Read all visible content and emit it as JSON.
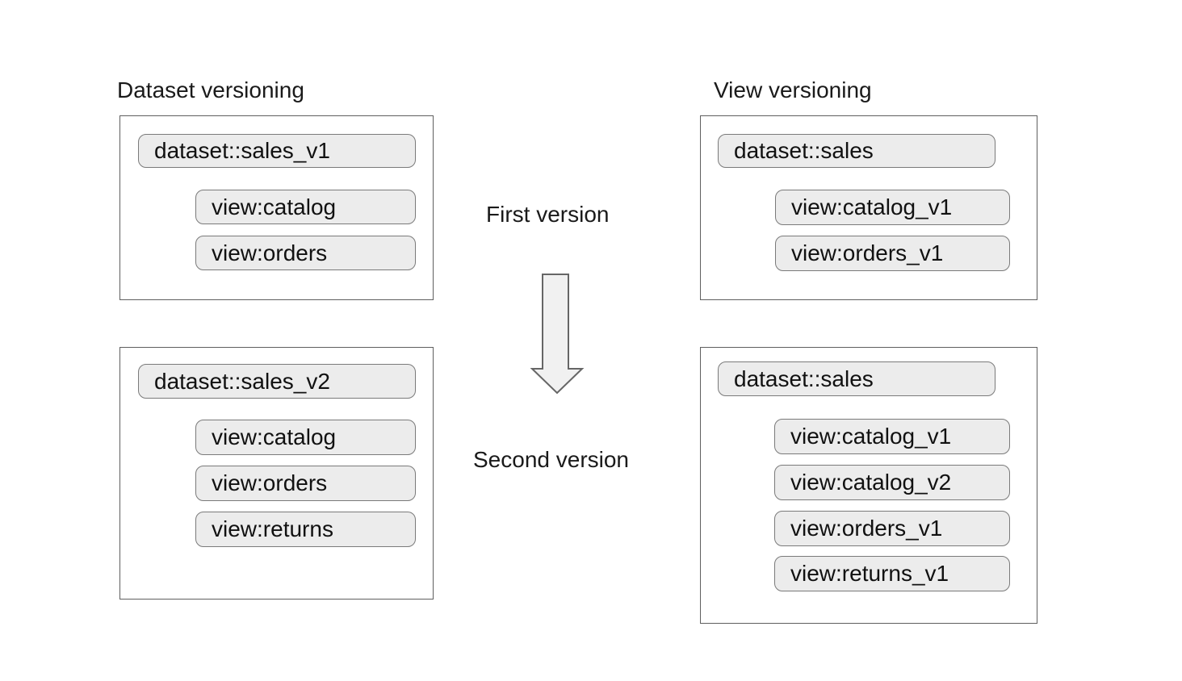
{
  "left_column": {
    "heading": "Dataset versioning",
    "first_version_box": {
      "dataset_label": "dataset::sales_v1",
      "views": [
        "view:catalog",
        "view:orders"
      ]
    },
    "second_version_box": {
      "dataset_label": "dataset::sales_v2",
      "views": [
        "view:catalog",
        "view:orders",
        "view:returns"
      ]
    }
  },
  "right_column": {
    "heading": "View versioning",
    "first_version_box": {
      "dataset_label": "dataset::sales",
      "views": [
        "view:catalog_v1",
        "view:orders_v1"
      ]
    },
    "second_version_box": {
      "dataset_label": "dataset::sales",
      "views": [
        "view:catalog_v1",
        "view:catalog_v2",
        "view:orders_v1",
        "view:returns_v1"
      ]
    }
  },
  "center": {
    "first_version_label": "First version",
    "second_version_label": "Second version",
    "arrow_icon": "down-arrow"
  },
  "colors": {
    "pill_fill": "#ececec",
    "pill_border": "#7a7a7a",
    "box_border": "#5f5f5f",
    "arrow_fill": "#f1f1f1",
    "arrow_border": "#666666",
    "text": "#111111"
  }
}
